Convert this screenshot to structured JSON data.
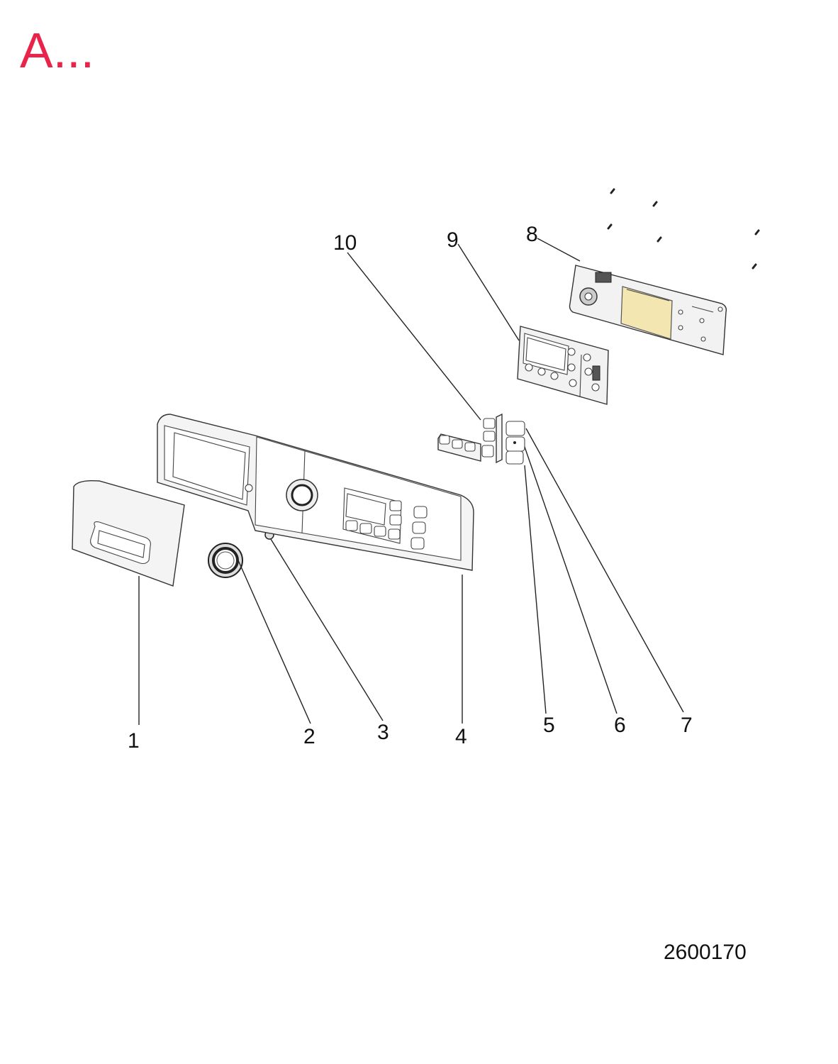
{
  "title": "A...",
  "colors": {
    "title": "#e8244a",
    "line": "#222222",
    "chip": "#f3e6b0"
  },
  "reference_code": "2600170",
  "callouts": [
    {
      "id": "1",
      "label": "1"
    },
    {
      "id": "2",
      "label": "2"
    },
    {
      "id": "3",
      "label": "3"
    },
    {
      "id": "4",
      "label": "4"
    },
    {
      "id": "5",
      "label": "5"
    },
    {
      "id": "6",
      "label": "6"
    },
    {
      "id": "7",
      "label": "7"
    },
    {
      "id": "8",
      "label": "8"
    },
    {
      "id": "9",
      "label": "9"
    },
    {
      "id": "10",
      "label": "10"
    }
  ]
}
